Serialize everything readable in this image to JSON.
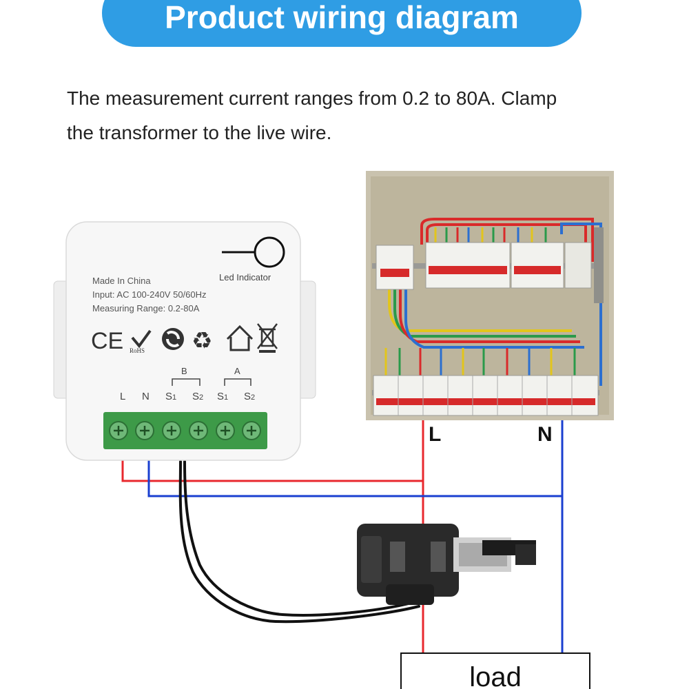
{
  "header": {
    "title": "Product wiring diagram",
    "color": "#2f9de4"
  },
  "description": {
    "line1": "The measurement current ranges from 0.2 to 80A. Clamp",
    "line2": "the transformer to the live wire."
  },
  "device": {
    "made_in": "Made In China",
    "input": "Input: AC 100-240V 50/60Hz",
    "measuring_range": "Measuring Range: 0.2-80A",
    "led_label": "Led Indicator",
    "ce_mark": "CE",
    "rohs_mark": "RoHS",
    "group_b": "B",
    "group_a": "A",
    "terminals": [
      {
        "main": "L",
        "sub": ""
      },
      {
        "main": "N",
        "sub": ""
      },
      {
        "main": "S",
        "sub": "1"
      },
      {
        "main": "S",
        "sub": "2"
      },
      {
        "main": "S",
        "sub": "1"
      },
      {
        "main": "S",
        "sub": "2"
      }
    ]
  },
  "panel": {
    "live_label": "L",
    "neutral_label": "N"
  },
  "load": {
    "label": "load"
  },
  "colors": {
    "live": "#e8282d",
    "neutral": "#1a3fd0",
    "terminal_block": "#3d9a48"
  }
}
